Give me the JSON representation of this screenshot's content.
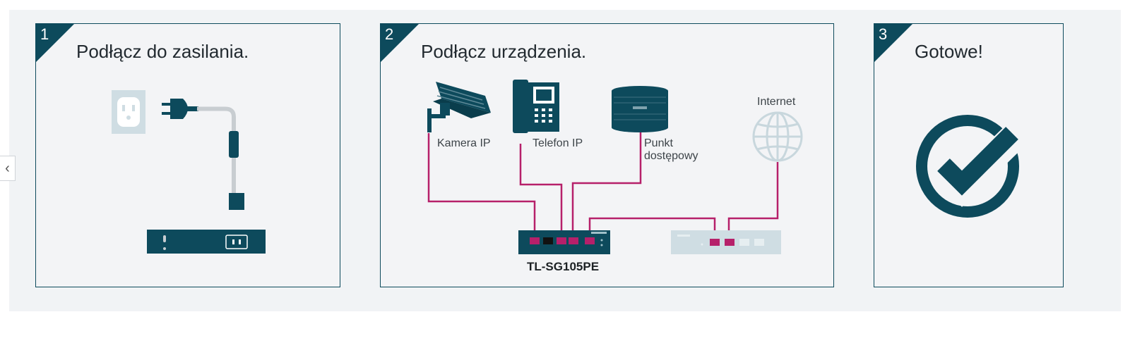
{
  "colors": {
    "accent": "#0d4a5c",
    "cable": "#b6206a",
    "background": "#f1f3f5"
  },
  "nav": {
    "prev_icon": "chevron-left-icon",
    "prev_glyph": "‹"
  },
  "steps": [
    {
      "number": "1",
      "title": "Podłącz do zasilania."
    },
    {
      "number": "2",
      "title": "Podłącz urządzenia.",
      "labels": {
        "camera": "Kamera IP",
        "phone": "Telefon IP",
        "ap_line1": "Punkt",
        "ap_line2": "dostępowy",
        "internet": "Internet"
      },
      "switch_model": "TL-SG105PE"
    },
    {
      "number": "3",
      "title": "Gotowe!"
    }
  ]
}
